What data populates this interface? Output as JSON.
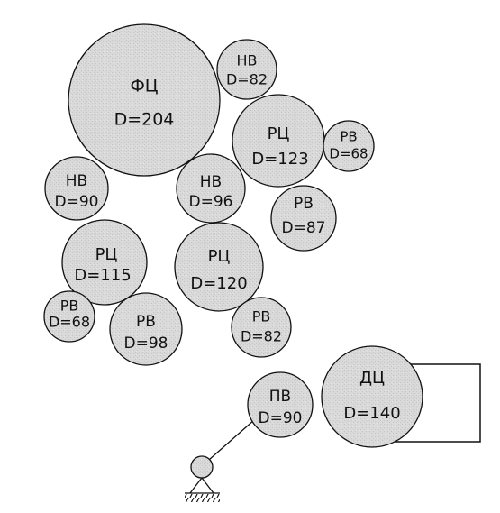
{
  "colors": {
    "circle_fill": "#d9d9d9",
    "stroke": "#111111",
    "background": "#ffffff"
  },
  "nodes": [
    {
      "id": "fc",
      "type": "ФЦ",
      "diameter": "D=204"
    },
    {
      "id": "nv1",
      "type": "НВ",
      "diameter": "D=82"
    },
    {
      "id": "rc1",
      "type": "РЦ",
      "diameter": "D=123"
    },
    {
      "id": "rv1",
      "type": "РВ",
      "diameter": "D=68"
    },
    {
      "id": "nv2",
      "type": "НВ",
      "diameter": "D=90"
    },
    {
      "id": "nv3",
      "type": "НВ",
      "diameter": "D=96"
    },
    {
      "id": "rv2",
      "type": "РВ",
      "diameter": "D=87"
    },
    {
      "id": "rc2",
      "type": "РЦ",
      "diameter": "D=115"
    },
    {
      "id": "rc3",
      "type": "РЦ",
      "diameter": "D=120"
    },
    {
      "id": "rv3",
      "type": "РВ",
      "diameter": "D=68"
    },
    {
      "id": "rv4",
      "type": "РВ",
      "diameter": "D=98"
    },
    {
      "id": "rv5",
      "type": "РВ",
      "diameter": "D=82"
    },
    {
      "id": "pv",
      "type": "ПВ",
      "diameter": "D=90"
    },
    {
      "id": "dc",
      "type": "ДЦ",
      "diameter": "D=140"
    }
  ]
}
